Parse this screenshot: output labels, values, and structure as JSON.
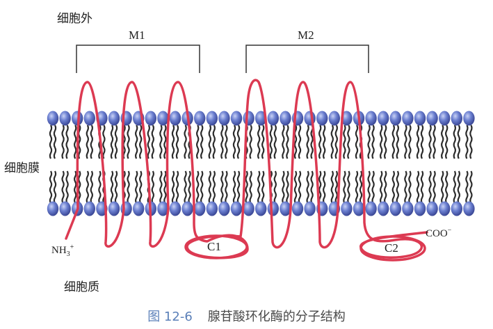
{
  "labels": {
    "extracellular": "细胞外",
    "membrane": "细胞膜",
    "cytoplasm": "细胞质",
    "m1": "M1",
    "m2": "M2",
    "c1": "C1",
    "c2": "C2",
    "n_terminus": {
      "base": "NH",
      "sub": "3",
      "sup": "+"
    },
    "c_terminus": {
      "base": "COO",
      "sup": "−"
    }
  },
  "caption": {
    "figure_number": "图 12-6",
    "title": "腺苷酸环化酶的分子结构"
  },
  "colors": {
    "protein_chain": "#dc3a52",
    "lipid_head": "#5b6fc3",
    "lipid_tail": "#2b2b2b",
    "caption_number": "#5a7fb8",
    "bracket": "#333333"
  }
}
